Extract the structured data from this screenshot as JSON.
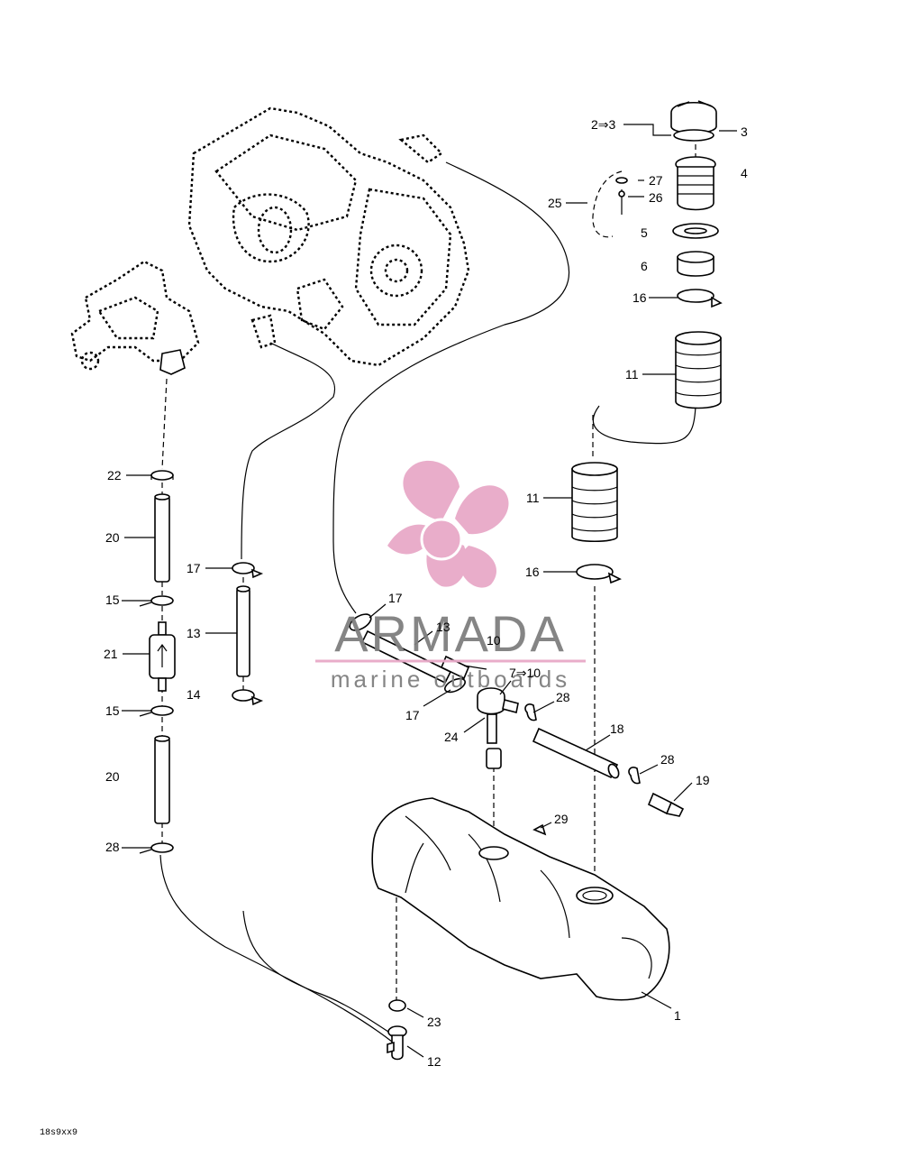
{
  "labels": {
    "l1": "1",
    "l2to3": "2⇒3",
    "l3": "3",
    "l4": "4",
    "l5": "5",
    "l6": "6",
    "l7to10": "7⇒10",
    "l10": "10",
    "l11a": "11",
    "l11b": "11",
    "l12": "12",
    "l13a": "13",
    "l13b": "13",
    "l14": "14",
    "l15a": "15",
    "l15b": "15",
    "l16a": "16",
    "l16b": "16",
    "l17a": "17",
    "l17b": "17",
    "l17c": "17",
    "l18": "18",
    "l19": "19",
    "l20a": "20",
    "l20b": "20",
    "l21": "21",
    "l22": "22",
    "l23": "23",
    "l24": "24",
    "l25": "25",
    "l26": "26",
    "l27": "27",
    "l28a": "28",
    "l28b": "28",
    "l28c": "28",
    "l29": "29"
  },
  "drawing_code": "18s9xx9",
  "watermark": {
    "name": "ARMADA",
    "tagline": "marine outboards",
    "accent_color": "#e8a9c8",
    "text_color": "#7f7f7f"
  },
  "icons": {
    "logo": "propeller-logo-icon"
  }
}
